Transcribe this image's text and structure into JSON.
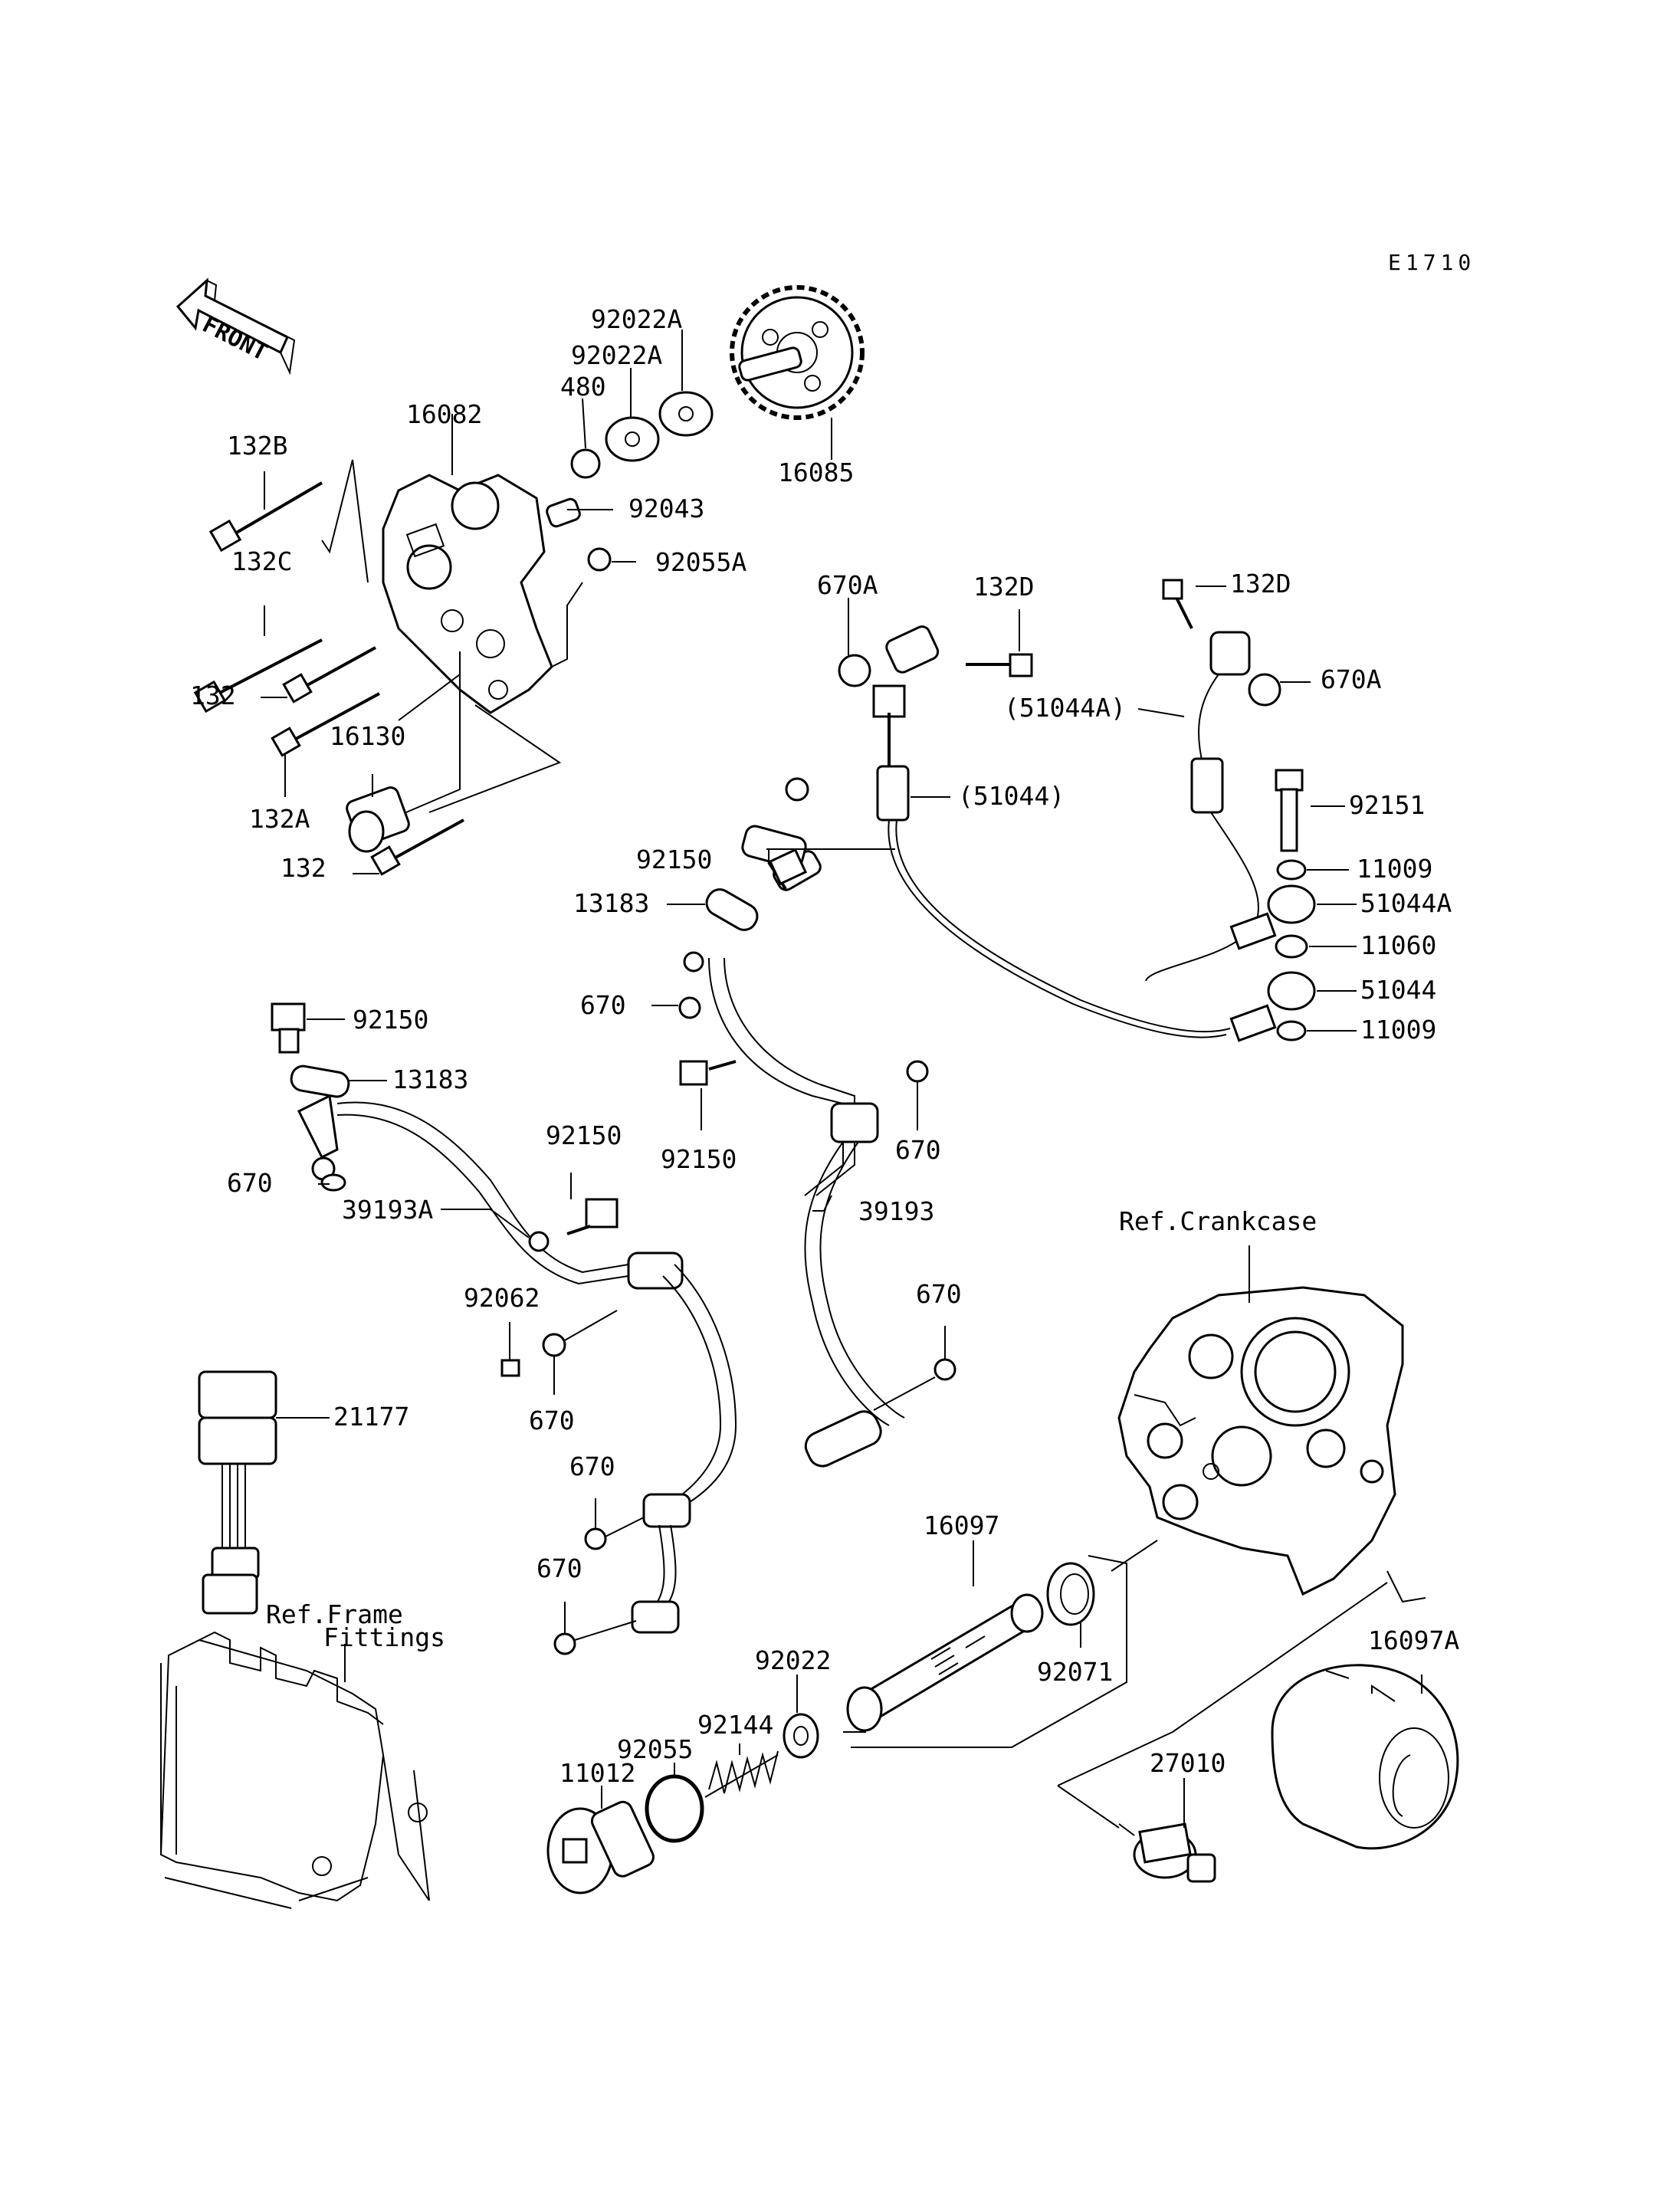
{
  "diagram_code": "E1710",
  "front_label": "FRONT",
  "labels": {
    "l_92022A_top": "92022A",
    "l_92022A_mid": "92022A",
    "l_480": "480",
    "l_16082": "16082",
    "l_16085": "16085",
    "l_92043": "92043",
    "l_132B": "132B",
    "l_92055A": "92055A",
    "l_132C": "132C",
    "l_132_a": "132",
    "l_16130": "16130",
    "l_132A": "132A",
    "l_132_b": "132",
    "l_670A_left": "670A",
    "l_132D_left": "132D",
    "l_132D_right": "132D",
    "l_670A_right": "670A",
    "l_51044A_paren": "(51044A)",
    "l_51044_paren": "(51044)",
    "l_92151": "92151",
    "l_11009_a": "11009",
    "l_51044A": "51044A",
    "l_11060": "11060",
    "l_51044": "51044",
    "l_11009_b": "11009",
    "l_92150_top": "92150",
    "l_13183_top": "13183",
    "l_670_mid": "670",
    "l_92150_left": "92150",
    "l_13183_left": "13183",
    "l_670_left": "670",
    "l_39193A": "39193A",
    "l_92150_mid": "92150",
    "l_92150_center": "92150",
    "l_670_right_top": "670",
    "l_39193": "39193",
    "l_ref_crankcase": "Ref.Crankcase",
    "l_92062": "92062",
    "l_670_c1": "670",
    "l_670_right_low": "670",
    "l_21177": "21177",
    "l_670_c2": "670",
    "l_670_c3": "670",
    "l_16097": "16097",
    "l_ref_frame_1": "Ref.Frame",
    "l_ref_frame_2": "Fittings",
    "l_92022": "92022",
    "l_92071": "92071",
    "l_16097A": "16097A",
    "l_92144": "92144",
    "l_92055": "92055",
    "l_11012": "11012",
    "l_27010": "27010"
  }
}
